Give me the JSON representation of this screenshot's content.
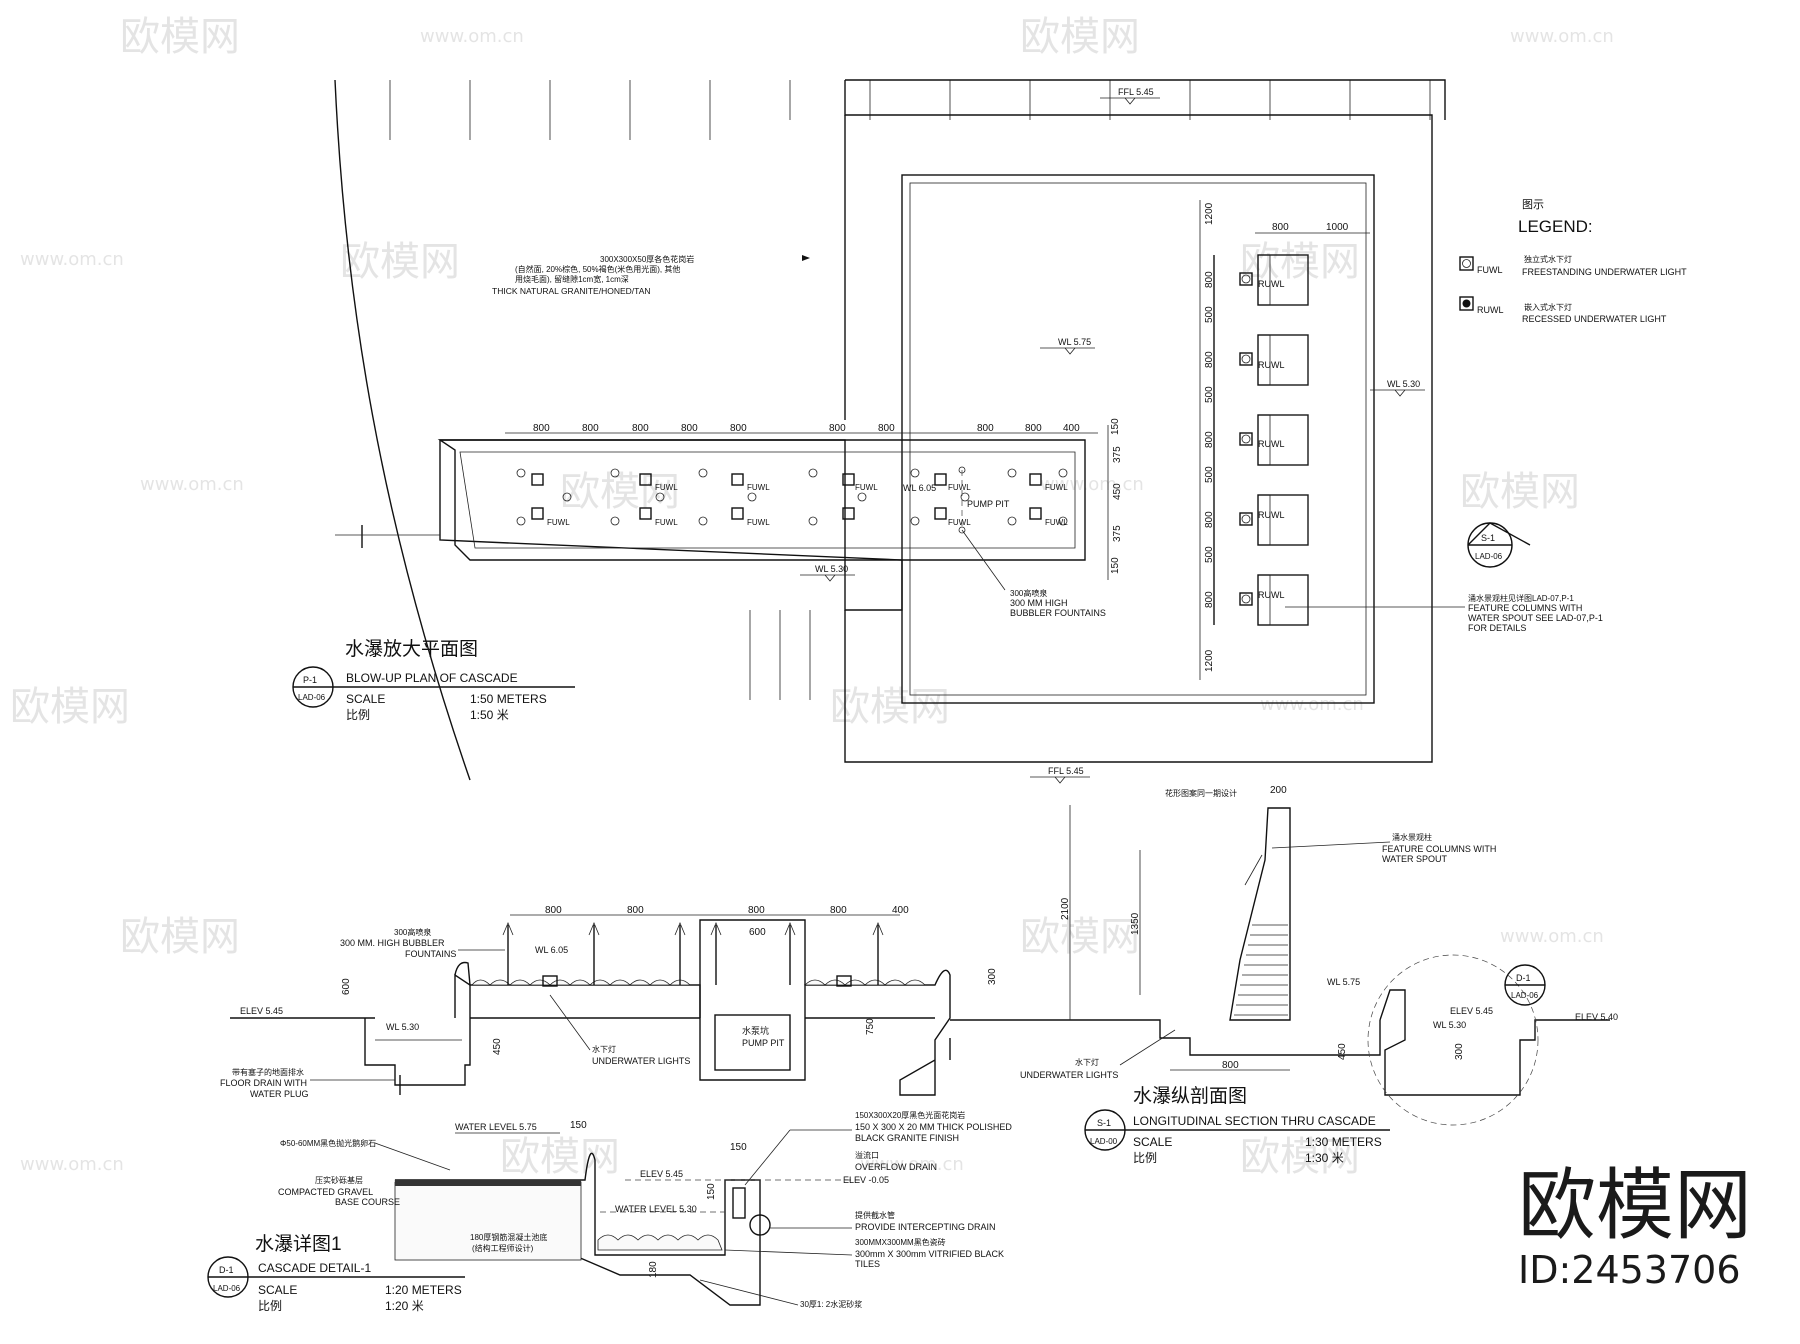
{
  "plan": {
    "title_cn": "水瀑放大平面图",
    "title_en": "BLOW-UP PLAN OF CASCADE",
    "tag_top": "P-1",
    "tag_bottom": "LAD-06",
    "scale_label": "SCALE",
    "scale_value": "1:50 METERS",
    "scale_cn_label": "比例",
    "scale_cn_value": "1:50  米",
    "ffl_top": "FFL 5.45",
    "ffl_bottom": "FFL 5.45",
    "wl_575": "WL 5.75",
    "wl_530_right": "WL 5.30",
    "wl_530_left": "WL 5.30",
    "wl_605": "WL 6.05",
    "granite_note_cn1": "300X300X50厚各色花岗岩",
    "granite_note_cn2": "(自然面, 20%棕色, 50%褐色(米色用光面), 其他",
    "granite_note_cn3": "用烧毛面), 留缝隙1cm宽, 1cm深",
    "granite_note_en": "THICK NATURAL GRANITE/HONED/TAN",
    "pump_pit": "PUMP PIT",
    "bubbler_cn": "300高喷泉",
    "bubbler_en1": "300 MM HIGH",
    "bubbler_en2": "BUBBLER FOUNTAINS",
    "fuwl": "FUWL",
    "ruwl": "RUWL",
    "dims_top": [
      "800",
      "800",
      "800",
      "800",
      "800",
      "800",
      "800",
      "800",
      "800",
      "400"
    ],
    "dims_right": [
      "150",
      "375",
      "450",
      "375",
      "150"
    ],
    "dims_vert": [
      "1200",
      "800",
      "500",
      "800",
      "500",
      "800",
      "500",
      "800",
      "500",
      "800",
      "1200"
    ],
    "dims_col": [
      "800",
      "1000"
    ],
    "section_tag_top": "S-1",
    "section_tag_bottom": "LAD-06",
    "column_note_cn": "涌水景观柱见详图LAD-07,P-1",
    "column_note_en1": "FEATURE COLUMNS WITH",
    "column_note_en2": "WATER SPOUT SEE LAD-07,P-1",
    "column_note_en3": "FOR DETAILS"
  },
  "legend": {
    "title_cn": "图示",
    "title_en": "LEGEND:",
    "items": [
      {
        "code": "FUWL",
        "cn": "独立式水下灯",
        "en": "FREESTANDING UNDERWATER LIGHT"
      },
      {
        "code": "RUWL",
        "cn": "嵌入式水下灯",
        "en": "RECESSED UNDERWATER LIGHT"
      }
    ]
  },
  "section": {
    "title_cn": "水瀑纵剖面图",
    "title_en": "LONGITUDINAL SECTION THRU CASCADE",
    "tag_top": "S-1",
    "tag_bottom": "LAD-00",
    "scale_label": "SCALE",
    "scale_value": "1:30 METERS",
    "scale_cn_label": "比例",
    "scale_cn_value": "1:30  米",
    "bubbler_cn": "300高喷泉",
    "bubbler_en1": "300 MM. HIGH BUBBLER",
    "bubbler_en2": "FOUNTAINS",
    "wl_605": "WL 6.05",
    "wl_530": "WL 5.30",
    "wl_575": "WL 5.75",
    "elev_545_left": "ELEV 5.45",
    "elev_545_right": "ELEV 5.45",
    "elev_540": "ELEV 5.40",
    "wl_530_right": "WL 5.30",
    "pump_pit_cn": "水泵坑",
    "pump_pit_en": "PUMP PIT",
    "light_cn": "水下灯",
    "light_en": "UNDERWATER LIGHTS",
    "light2_cn": "水下灯",
    "light2_en": "UNDERWATER LIGHTS",
    "drain_cn": "带有塞子的地面排水",
    "drain_en1": "FLOOR DRAIN WITH",
    "drain_en2": "WATER PLUG",
    "pattern_cn": "花形图案同一期设计",
    "column_cn": "涌水景观柱",
    "column_en1": "FEATURE COLUMNS WITH",
    "column_en2": "WATER SPOUT",
    "dims_top": [
      "800",
      "800",
      "800",
      "800",
      "400"
    ],
    "dim_600_top": "600",
    "dim_200": "200",
    "dim_2100": "2100",
    "dim_1350": "1350",
    "dim_600": "600",
    "dim_300": "300",
    "dim_450": "450",
    "dim_750": "750",
    "dim_800": "800",
    "dim_450b": "450",
    "dim_300b": "300",
    "detail_tag_top": "D-1",
    "detail_tag_bottom": "LAD-06"
  },
  "detail": {
    "title_cn": "水瀑详图1",
    "title_en": "CASCADE DETAIL-1",
    "tag_top": "D-1",
    "tag_bottom": "LAD-06",
    "scale_label": "SCALE",
    "scale_value": "1:20 METERS",
    "scale_cn_label": "比例",
    "scale_cn_value": "1:20  米",
    "water_level_575": "WATER LEVEL 5.75",
    "water_level_530": "WATER LEVEL 5.30",
    "elev_545": "ELEV 5.45",
    "elev_005": "ELEV -0.05",
    "pebble_cn": "Φ50-60MM黑色抛光鹅卵石",
    "gravel_cn": "压实砂砾基层",
    "gravel_en1": "COMPACTED GRAVEL",
    "gravel_en2": "BASE COURSE",
    "concrete_cn1": "180厚钢筋混凝土池底",
    "concrete_cn2": "(结构工程师设计)",
    "granite_cn": "150X300X20厚黑色光面花岗岩",
    "granite_en1": "150 X 300 X 20 MM THICK POLISHED",
    "granite_en2": "BLACK GRANITE FINISH",
    "overflow_cn": "溢流口",
    "overflow_en": "OVERFLOW DRAIN",
    "intercept_cn": "提供截水管",
    "intercept_en": "PROVIDE INTERCEPTING DRAIN",
    "tiles_cn": "300MMX300MM黑色瓷砖",
    "tiles_en1": "300mm X 300mm VITRIFIED BLACK",
    "tiles_en2": "TILES",
    "mortar_cn": "30厚1: 2水泥砂浆",
    "dim_150a": "150",
    "dim_150b": "150",
    "dim_150c": "150",
    "dim_180": "180"
  },
  "watermark": {
    "brand": "欧模网",
    "url": "www.om.cn",
    "id": "ID:2453706"
  }
}
